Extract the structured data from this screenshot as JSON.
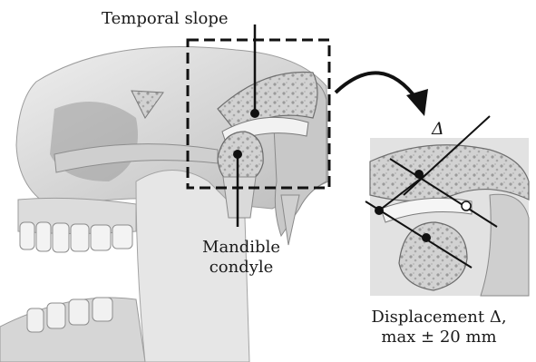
{
  "labels": {
    "temporal_slope": "Temporal slope",
    "mandible_line1": "Mandible",
    "mandible_line2": "condyle",
    "delta_symbol": "Δ",
    "caption_line1": "Displacement Δ,",
    "caption_line2": "max ± 20 mm"
  },
  "colors": {
    "bone_light": "#e4e4e4",
    "bone_mid": "#c4c4c4",
    "bone_dark": "#8a8a8a",
    "marrow": "#b5b5b5",
    "ink": "#111111",
    "white_marker": "#ffffff"
  },
  "icons": {
    "skull": "skull-illustration",
    "zoom_arrow": "curved-arrow-icon",
    "callout_box": "dashed-selection-box"
  }
}
